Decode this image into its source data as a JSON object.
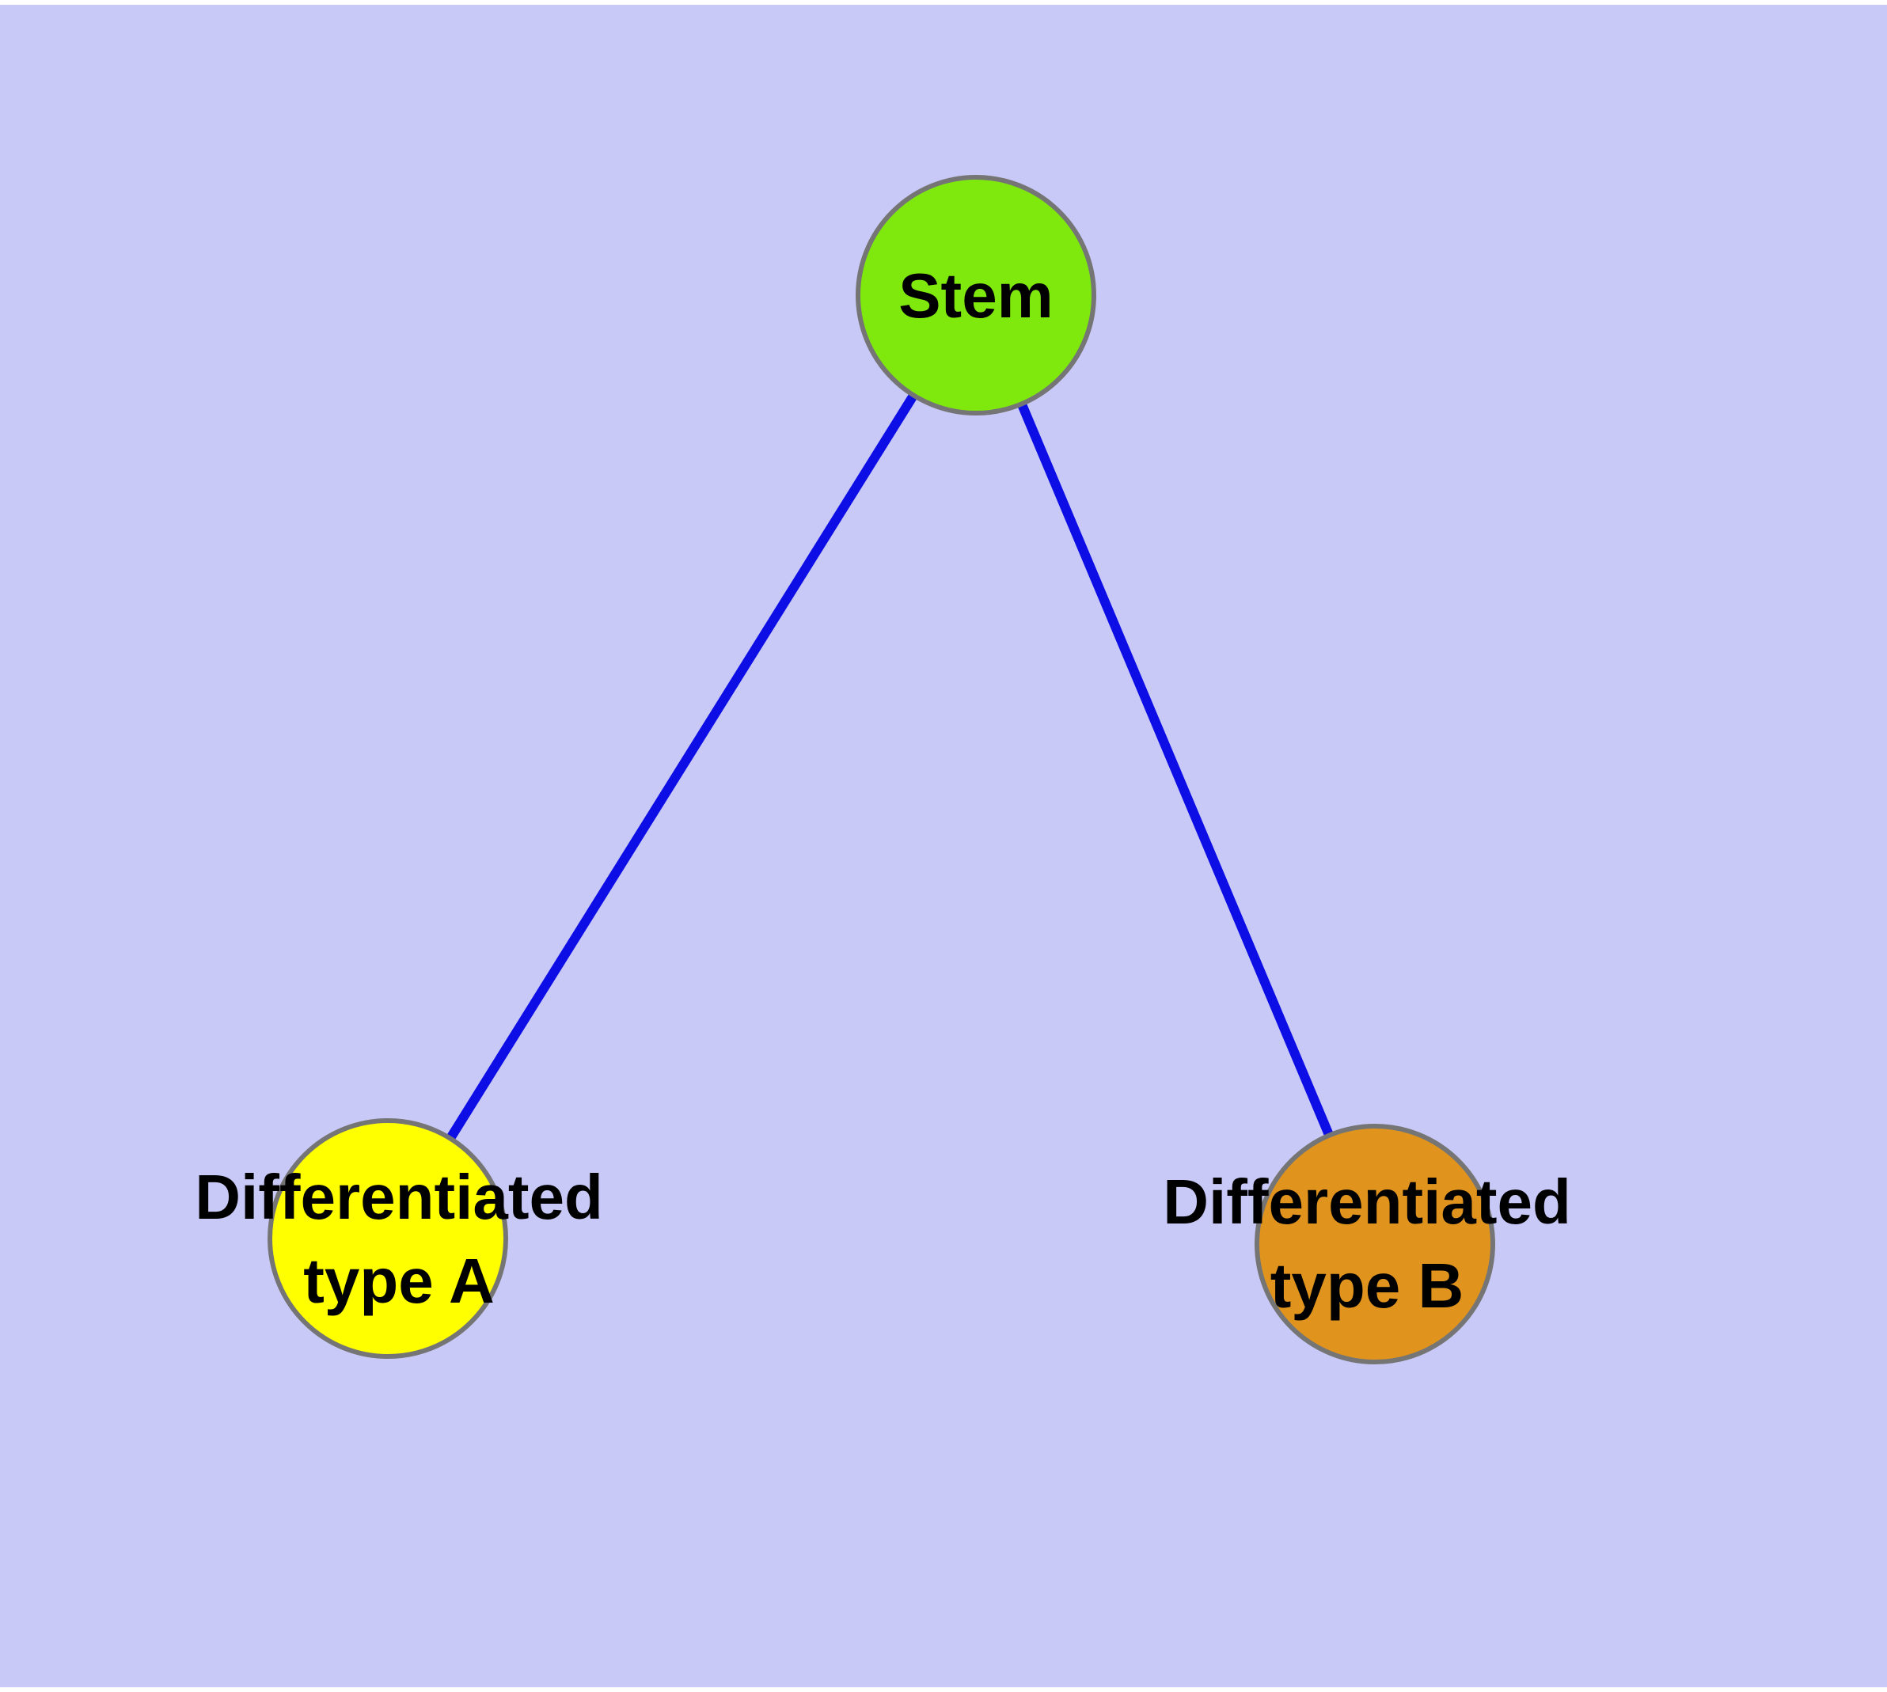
{
  "diagram": {
    "background_color": "#c9c9f8",
    "margin_color": "#ffffff",
    "text_color": "#000000",
    "node_border_color": "#757575",
    "nodes": {
      "stem": {
        "label": "Stem",
        "fill": "#7fe90e"
      },
      "typeA": {
        "label_line1": "Differentiated",
        "label_line2": "type A",
        "fill": "#ffff00"
      },
      "typeB": {
        "label_line1": "Differentiated",
        "label_line2": "type B",
        "fill": "#e0941e"
      }
    },
    "edges": {
      "color": "#0d0de6",
      "list": [
        {
          "from": "Stem",
          "to": "Differentiated type A"
        },
        {
          "from": "Stem",
          "to": "Differentiated type B"
        }
      ]
    }
  }
}
